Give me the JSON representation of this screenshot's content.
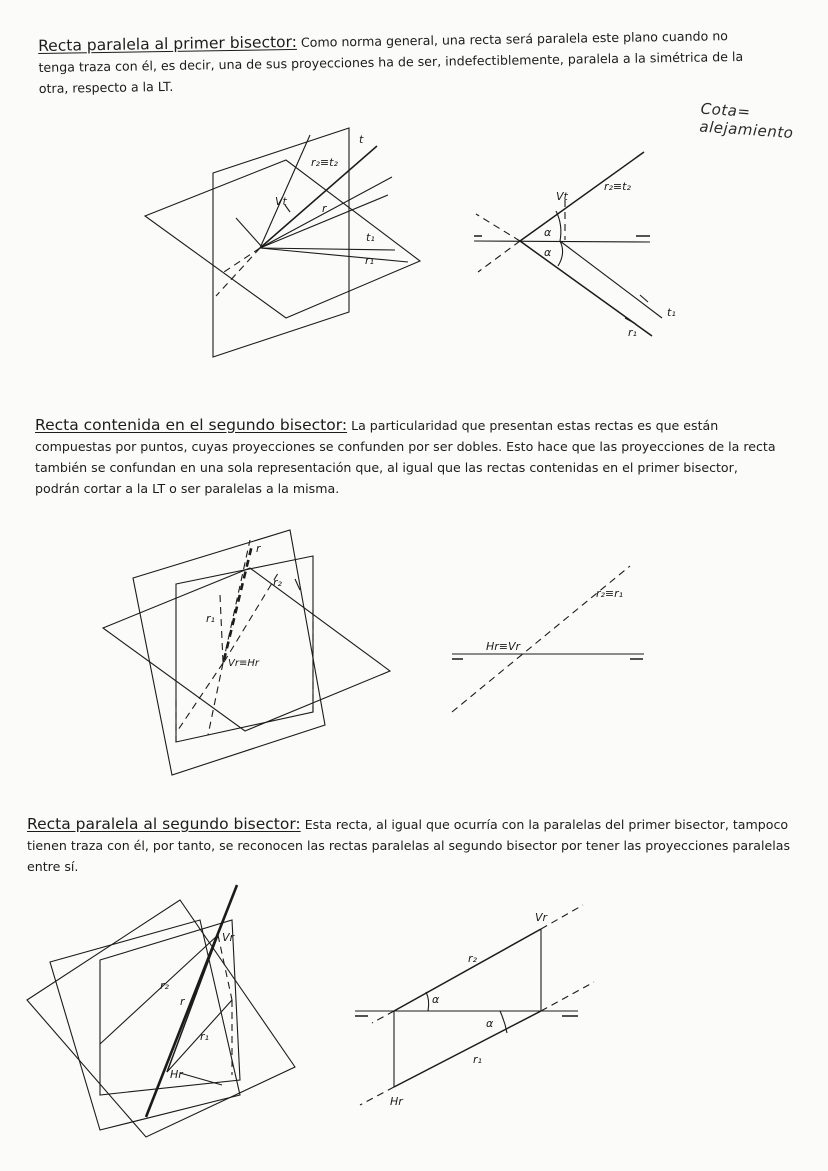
{
  "sections": [
    {
      "title": "Recta paralela al primer bisector:",
      "text": "Como norma general, una recta será paralela este plano cuando no tenga traza con él, es decir, una de sus proyecciones ha de ser, indefectiblemente, paralela a la simétrica de la otra, respecto a la LT."
    },
    {
      "title": "Recta contenida en el segundo bisector:",
      "text": "La particularidad que presentan estas rectas es que están compuestas por puntos, cuyas proyecciones se confunden por ser dobles. Esto hace que las proyecciones de la recta también se confundan en una sola representación que, al igual que las rectas contenidas en el primer bisector, podrán cortar a la LT o ser paralelas a la misma."
    },
    {
      "title": "Recta paralela al segundo bisector:",
      "text": "Esta recta, al igual que ocurría con la paralelas del primer bisector, tampoco tienen traza con él, por tanto, se reconocen las rectas paralelas al segundo bisector por tener las proyecciones paralelas entre sí."
    }
  ],
  "handwritten_note": "Cota= alejamiento",
  "figure_labels": {
    "fig1_3d": {
      "r2t2": "r₂≡t₂",
      "t": "t",
      "vt": "Vt",
      "r": "r",
      "t1": "t₁",
      "r1": "r₁"
    },
    "fig1_2d": {
      "vt": "Vt",
      "r2t2": "r₂≡t₂",
      "alpha_top": "α",
      "alpha_bottom": "α",
      "t1": "t₁",
      "r1": "r₁"
    },
    "fig2_3d": {
      "r": "r",
      "r2": "r₂",
      "r1": "r₁",
      "vrhr": "Vr≡Hr"
    },
    "fig2_2d": {
      "r2r1": "r₂≡r₁",
      "hrvr": "Hr≡Vr"
    },
    "fig3_3d": {
      "vr": "Vr",
      "r2": "r₂",
      "r": "r",
      "r1": "r₁",
      "hr": "Hr"
    },
    "fig3_2d": {
      "vr": "Vr",
      "r2": "r₂",
      "alpha_top": "α",
      "alpha_bottom": "α",
      "r1": "r₁",
      "hr": "Hr"
    }
  }
}
